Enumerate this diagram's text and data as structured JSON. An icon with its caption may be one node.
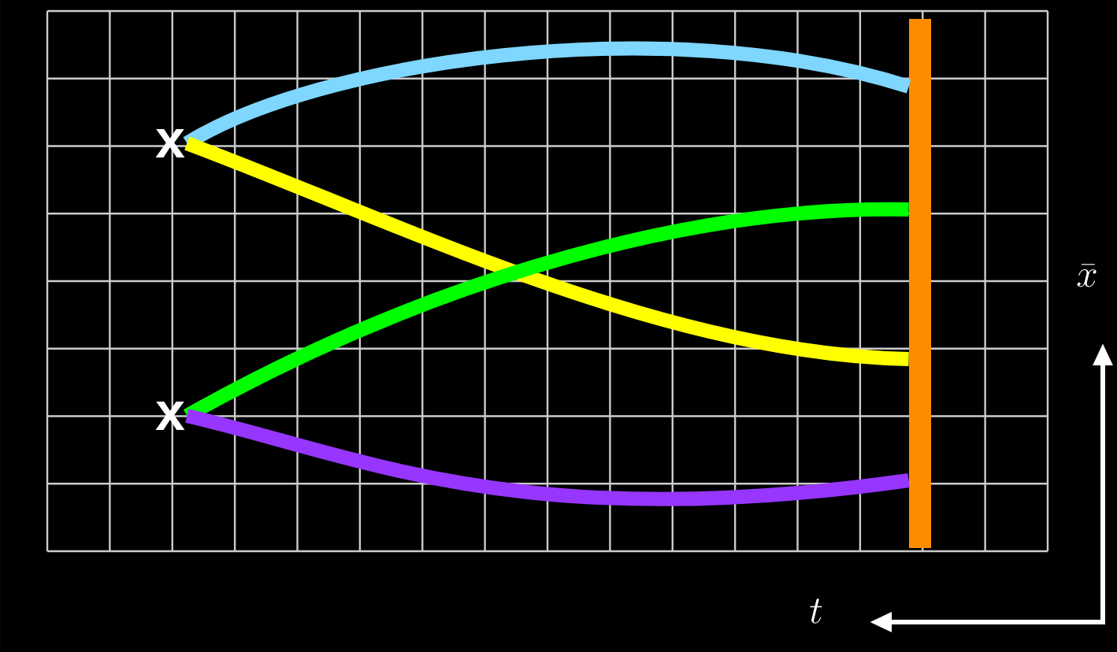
{
  "diagram": {
    "nodes": [
      {
        "text": [
          "x"
        ]
      },
      {
        "text": [
          "x"
        ]
      },
      {
        "text": [],
        "shape": "bar"
      }
    ],
    "edges": [
      {
        "from": 0,
        "to": 2,
        "arrow": "none",
        "color": "#7fd6ff"
      },
      {
        "from": 0,
        "to": 2,
        "arrow": "none",
        "color": "#ffff00"
      },
      {
        "from": 1,
        "to": 2,
        "arrow": "none",
        "color": "#00ff00"
      },
      {
        "from": 1,
        "to": 2,
        "arrow": "none",
        "color": "#9636ff"
      }
    ],
    "labels": [
      "\\bar{x}",
      "t"
    ]
  }
}
